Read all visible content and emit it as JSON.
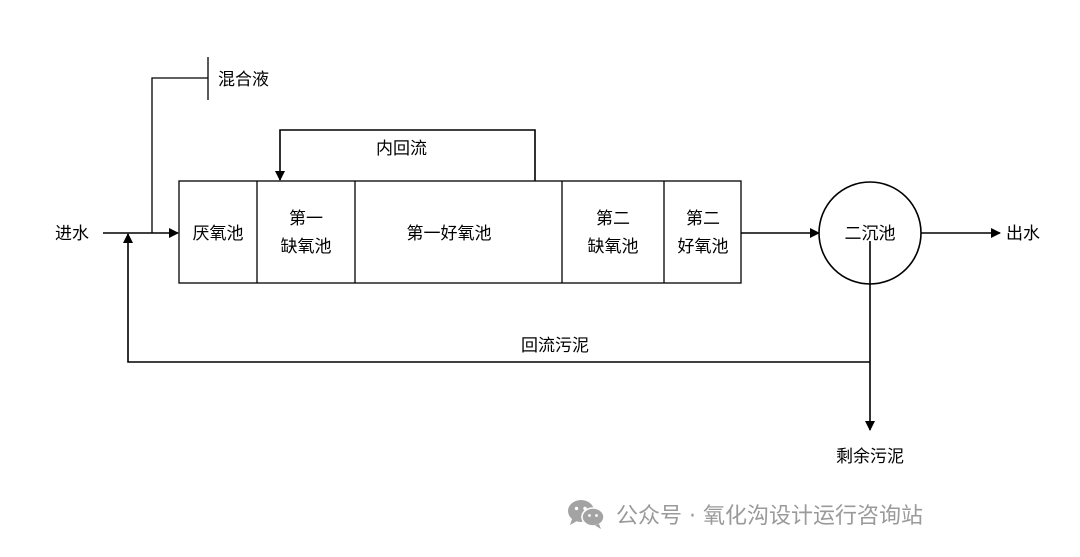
{
  "diagram": {
    "inlet": "进水",
    "mixed_liquor": "混合液",
    "internal_return": "内回流",
    "tanks": {
      "anaerobic": "厌氧池",
      "anoxic1_line1": "第一",
      "anoxic1_line2": "缺氧池",
      "aerobic1": "第一好氧池",
      "anoxic2_line1": "第二",
      "anoxic2_line2": "缺氧池",
      "aerobic2_line1": "第二",
      "aerobic2_line2": "好氧池"
    },
    "clarifier": "二沉池",
    "outlet": "出水",
    "return_sludge": "回流污泥",
    "excess_sludge": "剩余污泥"
  },
  "watermark": {
    "text": "公众号 · 氧化沟设计运行咨询站",
    "icon": "wechat-icon"
  }
}
